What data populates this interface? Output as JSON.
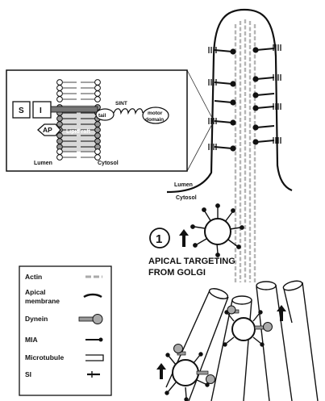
{
  "inset": {
    "s_box": "S",
    "i_box": "I",
    "ap": "AP",
    "lipid_raft": "Lipid raft",
    "sint": "SINT",
    "tail": "tail",
    "motor_domain": "motor domain",
    "lumen": "Lumen",
    "cytosol": "Cytosol"
  },
  "microvillus": {
    "lumen": "Lumen",
    "cytosol": "Cytosol"
  },
  "step": {
    "number": "1",
    "caption_line1": "APICAL TARGETING",
    "caption_line2": "FROM GOLGI"
  },
  "legend": {
    "items": [
      {
        "label": "Actin",
        "icon": "actin-icon"
      },
      {
        "label": "Apical membrane",
        "icon": "apical-membrane-icon"
      },
      {
        "label": "Dynein",
        "icon": "dynein-icon"
      },
      {
        "label": "MIA",
        "icon": "mia-icon"
      },
      {
        "label": "Microtubule",
        "icon": "microtubule-icon"
      },
      {
        "label": "SI",
        "icon": "si-icon"
      }
    ]
  }
}
